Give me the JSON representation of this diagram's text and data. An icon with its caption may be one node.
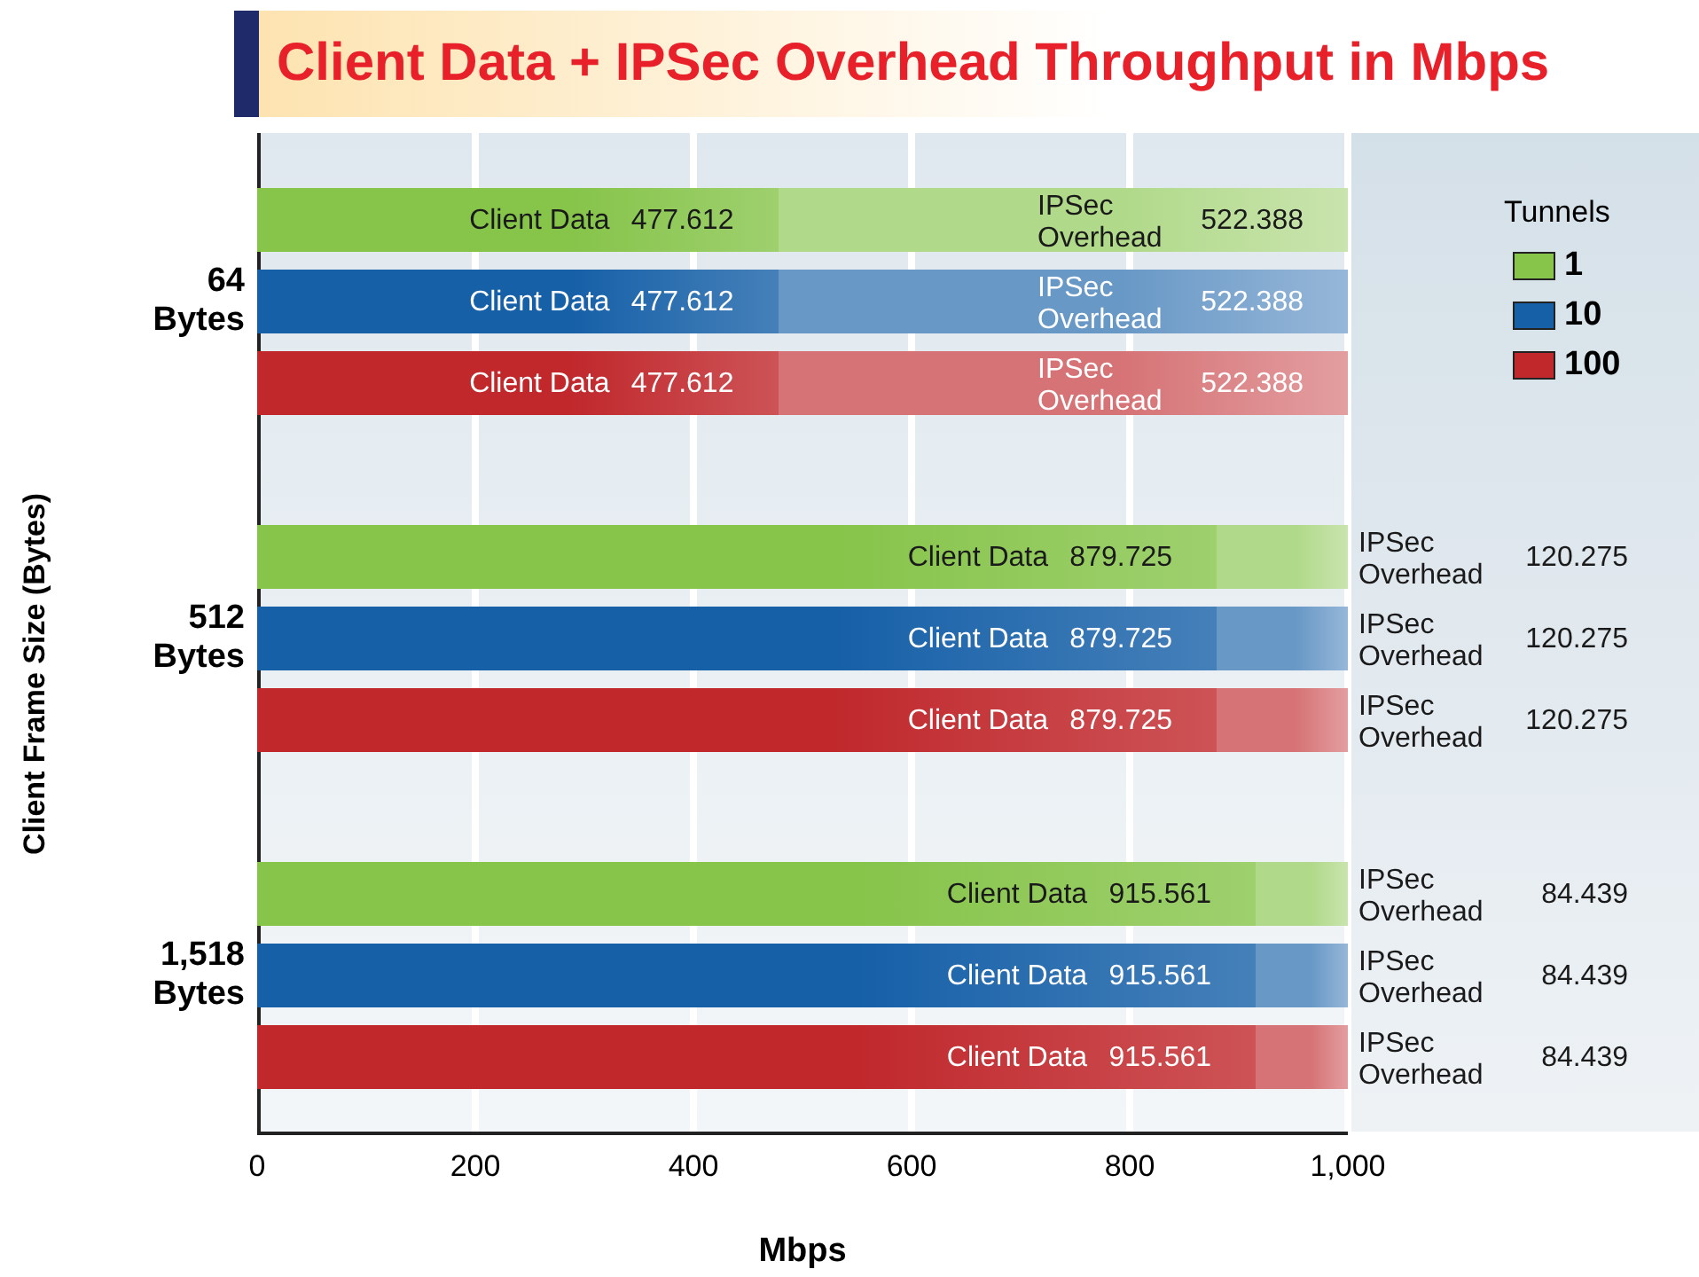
{
  "diagram": {
    "title": "Client Data + IPSec Overhead Throughput in Mbps",
    "labels": [
      "Tunnels"
    ],
    "legend": [
      {
        "text": "1",
        "color": "#86c44a"
      },
      {
        "text": "10",
        "color": "#1660a8"
      },
      {
        "text": "100",
        "color": "#c0282c"
      }
    ],
    "chart_data": {
      "type": "bar",
      "orientation": "horizontal",
      "stacked": true,
      "value_labels": [
        [
          "477.612",
          "477.612",
          "477.612",
          "879.725",
          "879.725",
          "879.725",
          "915.561",
          "915.561",
          "915.561"
        ],
        [
          "522.388",
          "522.388",
          "522.388",
          null,
          null,
          null,
          null,
          null,
          null
        ]
      ],
      "annotations": [
        "120.275",
        "120.275",
        "120.275",
        "84.439",
        "84.439",
        "84.439"
      ],
      "xlabel": "Mbps",
      "ylabel": "Client Frame Size (Bytes)",
      "categories": [
        null,
        "64 Bytes",
        null,
        null,
        "512 Bytes",
        null,
        null,
        "1,518 Bytes",
        null
      ],
      "xlim": [
        0,
        1000
      ],
      "xticks": [
        0,
        200,
        400,
        600,
        800,
        {
          "value": 1000,
          "label": "1,000"
        }
      ],
      "series": [
        {
          "name": "Client Data",
          "values": [
            477.612,
            477.612,
            477.612,
            879.725,
            879.725,
            879.725,
            915.561,
            915.561,
            915.561
          ]
        },
        {
          "name": "IPSec Overhead",
          "values": [
            522.388,
            522.388,
            522.388,
            120.275,
            120.275,
            120.275,
            84.439,
            84.439,
            84.439
          ]
        }
      ]
    }
  }
}
